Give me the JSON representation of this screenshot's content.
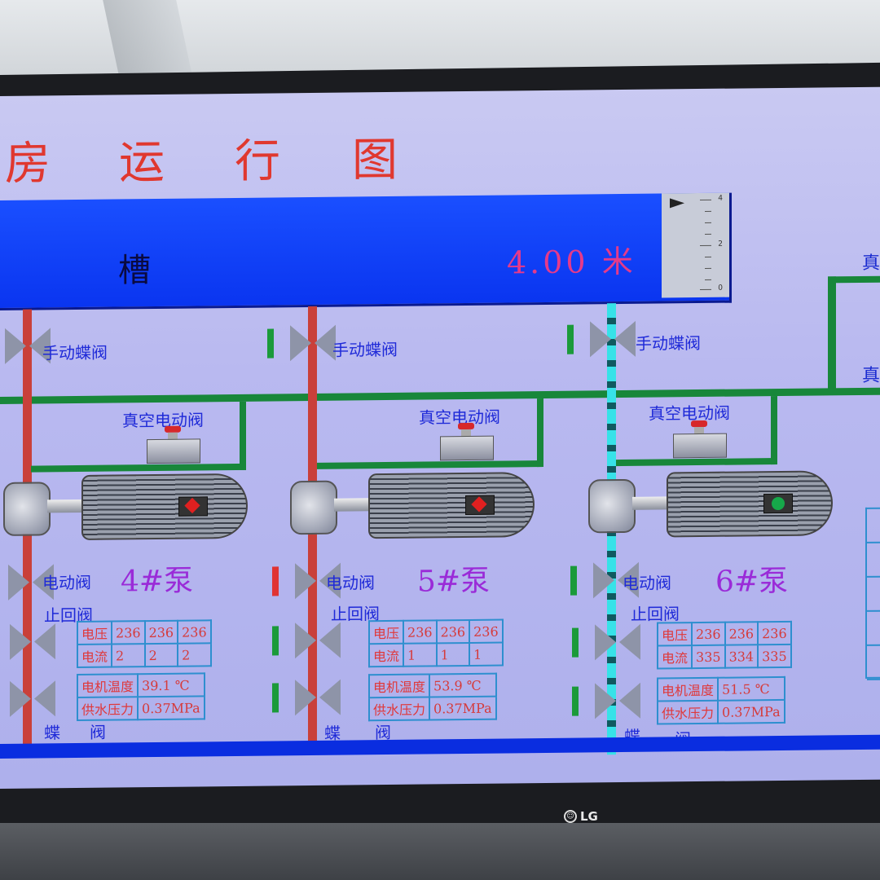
{
  "screen": {
    "title_chars": [
      "房",
      "运",
      "行",
      "图"
    ],
    "tank": {
      "label": "槽",
      "level": "4.00 米",
      "gauge_ticks": [
        "4",
        "2",
        "0"
      ]
    },
    "edge_labels": [
      "真",
      "真"
    ]
  },
  "pumps": [
    {
      "name": "4#泵",
      "manual_valve_label": "手动蝶阀",
      "vacuum_valve_label": "真空电动阀",
      "electric_valve_label": "电动阀",
      "check_valve_label": "止回阀",
      "butterfly_label_1": "蝶",
      "butterfly_label_2": "阀",
      "status": "red",
      "pipe": "red",
      "voltage_label": "电压",
      "current_label": "电流",
      "voltage": [
        "236",
        "236",
        "236"
      ],
      "current": [
        "2",
        "2",
        "2"
      ],
      "motor_temp_label": "电机温度",
      "motor_temp": "39.1 ℃",
      "pressure_label": "供水压力",
      "pressure": "0.37MPa"
    },
    {
      "name": "5#泵",
      "manual_valve_label": "手动蝶阀",
      "vacuum_valve_label": "真空电动阀",
      "electric_valve_label": "电动阀",
      "check_valve_label": "止回阀",
      "butterfly_label_1": "蝶",
      "butterfly_label_2": "阀",
      "status": "red",
      "pipe": "red",
      "voltage_label": "电压",
      "current_label": "电流",
      "voltage": [
        "236",
        "236",
        "236"
      ],
      "current": [
        "1",
        "1",
        "1"
      ],
      "motor_temp_label": "电机温度",
      "motor_temp": "53.9 ℃",
      "pressure_label": "供水压力",
      "pressure": "0.37MPa"
    },
    {
      "name": "6#泵",
      "manual_valve_label": "手动蝶阀",
      "vacuum_valve_label": "真空电动阀",
      "electric_valve_label": "电动阀",
      "check_valve_label": "止回阀",
      "butterfly_label_1": "蝶",
      "butterfly_label_2": "阀",
      "status": "green",
      "pipe": "cyan",
      "voltage_label": "电压",
      "current_label": "电流",
      "voltage": [
        "236",
        "236",
        "236"
      ],
      "current": [
        "335",
        "334",
        "335"
      ],
      "motor_temp_label": "电机温度",
      "motor_temp": "51.5 ℃",
      "pressure_label": "供水压力",
      "pressure": "0.37MPa"
    }
  ],
  "monitor": {
    "brand": "LG"
  },
  "colors": {
    "pipe_green": "#18873a",
    "pipe_red": "#c9403a",
    "pipe_cyan": "#37e2e8",
    "tank_blue": "#1a4fff",
    "running_green": "#16a84a",
    "stopped_red": "#e02020"
  }
}
